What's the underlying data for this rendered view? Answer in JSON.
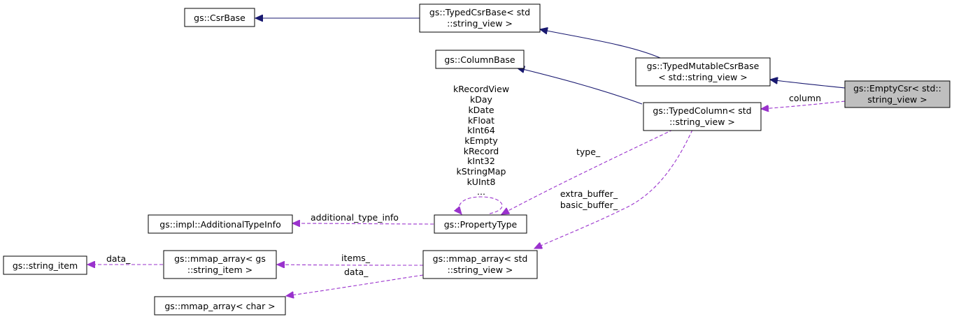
{
  "colors": {
    "node_fill": "#ffffff",
    "node_highlight_fill": "#bfbfbf",
    "node_border": "#000000",
    "inheritance_edge": "#191970",
    "usage_edge": "#9a32cd"
  },
  "nodes": {
    "csr_base": {
      "lines": [
        "gs::CsrBase"
      ]
    },
    "typed_csr_base": {
      "lines": [
        "gs::TypedCsrBase< std",
        "::string_view >"
      ]
    },
    "typed_mutable_csr_base": {
      "lines": [
        "gs::TypedMutableCsrBase",
        "< std::string_view >"
      ]
    },
    "empty_csr": {
      "lines": [
        "gs::EmptyCsr< std::",
        "string_view >"
      ]
    },
    "column_base": {
      "lines": [
        "gs::ColumnBase"
      ]
    },
    "typed_column": {
      "lines": [
        "gs::TypedColumn< std",
        "::string_view >"
      ]
    },
    "property_type": {
      "lines": [
        "gs::PropertyType"
      ]
    },
    "additional_type_info": {
      "lines": [
        "gs::impl::AdditionalTypeInfo"
      ]
    },
    "string_item": {
      "lines": [
        "gs::string_item"
      ]
    },
    "mmap_array_string_item": {
      "lines": [
        "gs::mmap_array< gs",
        "::string_item >"
      ]
    },
    "mmap_array_string_view": {
      "lines": [
        "gs::mmap_array< std",
        "::string_view >"
      ]
    },
    "mmap_array_char": {
      "lines": [
        "gs::mmap_array< char >"
      ]
    }
  },
  "edge_labels": {
    "column": "column",
    "type": "type_",
    "buffers": [
      "extra_buffer_",
      "basic_buffer_"
    ],
    "additional_type_info": "additional_type_info",
    "items": "items_",
    "data_char": "data_",
    "data_string_item": "data_",
    "property_type_self": [
      "kRecordView",
      "kDay",
      "kDate",
      "kFloat",
      "kInt64",
      "kEmpty",
      "kRecord",
      "kInt32",
      "kStringMap",
      "kUInt8",
      "..."
    ]
  }
}
